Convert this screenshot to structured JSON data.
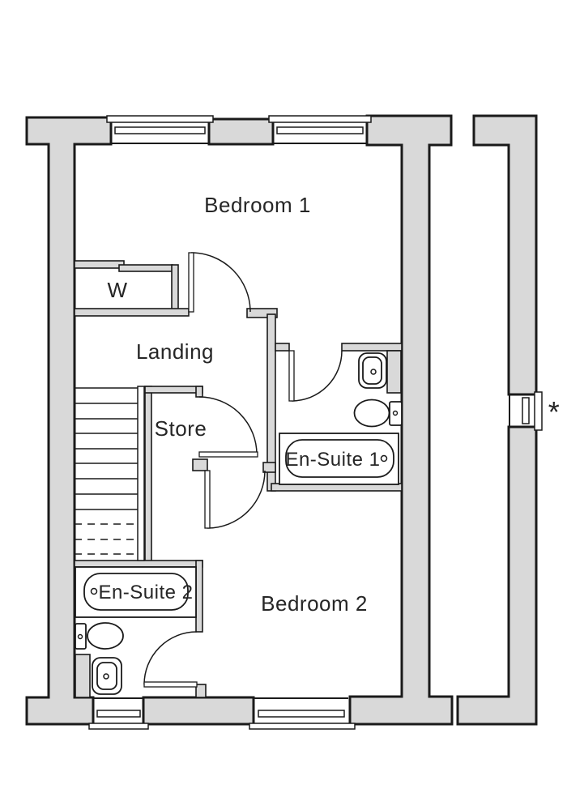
{
  "plan": {
    "rooms": [
      {
        "id": "bedroom-1",
        "label": "Bedroom 1"
      },
      {
        "id": "wardrobe",
        "label": "W"
      },
      {
        "id": "landing",
        "label": "Landing"
      },
      {
        "id": "store",
        "label": "Store"
      },
      {
        "id": "en-suite-1",
        "label": "En-Suite 1"
      },
      {
        "id": "bedroom-2",
        "label": "Bedroom 2"
      },
      {
        "id": "en-suite-2",
        "label": "En-Suite 2"
      }
    ],
    "annotations": [
      {
        "id": "window-note",
        "label": "*"
      }
    ],
    "colors": {
      "wall_fill": "#d9d9d9",
      "line": "#1a1a1a",
      "background": "#ffffff"
    }
  }
}
